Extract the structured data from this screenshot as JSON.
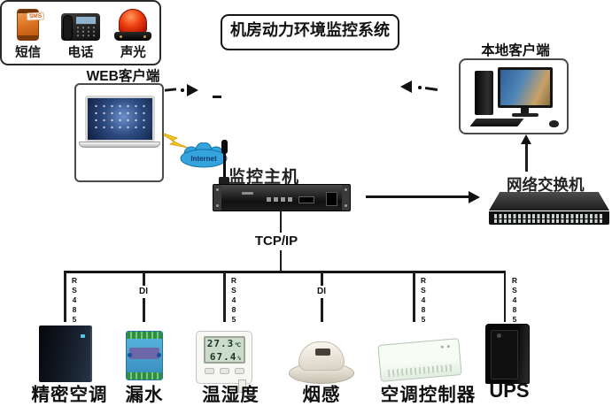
{
  "title": "机房动力环境监控系统",
  "web_client": {
    "label": "WEB客户端",
    "icon": "laptop-icon"
  },
  "local_client": {
    "label": "本地客户端",
    "icon": "desktop-computer-icon"
  },
  "notify_box": {
    "items": [
      {
        "label": "短信",
        "icon": "sms-phone-icon",
        "badge": "SMS"
      },
      {
        "label": "电话",
        "icon": "telephone-icon"
      },
      {
        "label": "声光",
        "icon": "alarm-siren-icon"
      }
    ]
  },
  "internet": {
    "label": "Internet",
    "icon": "cloud-icon"
  },
  "monitor_host": {
    "label": "监控主机",
    "icon": "rack-host-icon"
  },
  "network_switch": {
    "label": "网络交换机",
    "icon": "network-switch-icon"
  },
  "bus_label": "TCP/IP",
  "devices": [
    {
      "label": "精密空调",
      "link": "RS485",
      "icon": "precision-ac-icon"
    },
    {
      "label": "漏水",
      "link": "DI",
      "icon": "water-leak-module-icon"
    },
    {
      "label": "温湿度",
      "link": "RS485",
      "icon": "thermo-hygrometer-icon",
      "display": {
        "temp": "27.3",
        "temp_unit": "℃",
        "humidity": "67.4",
        "humidity_unit": "%"
      }
    },
    {
      "label": "烟感",
      "link": "DI",
      "icon": "smoke-detector-icon"
    },
    {
      "label": "空调控制器",
      "link": "RS485",
      "icon": "ac-controller-icon"
    },
    {
      "label": "UPS",
      "link": "RS485",
      "icon": "ups-tower-icon"
    }
  ],
  "colors": {
    "line": "#1a1a1a",
    "internet_cloud": "#35a3dc",
    "lightning": "#f2c41d",
    "siren_red": "#ef4012",
    "sms_orange": "#d96f1e",
    "leak_module_blue": "#4aa7d4",
    "terminal_green": "#3f9e4f"
  }
}
